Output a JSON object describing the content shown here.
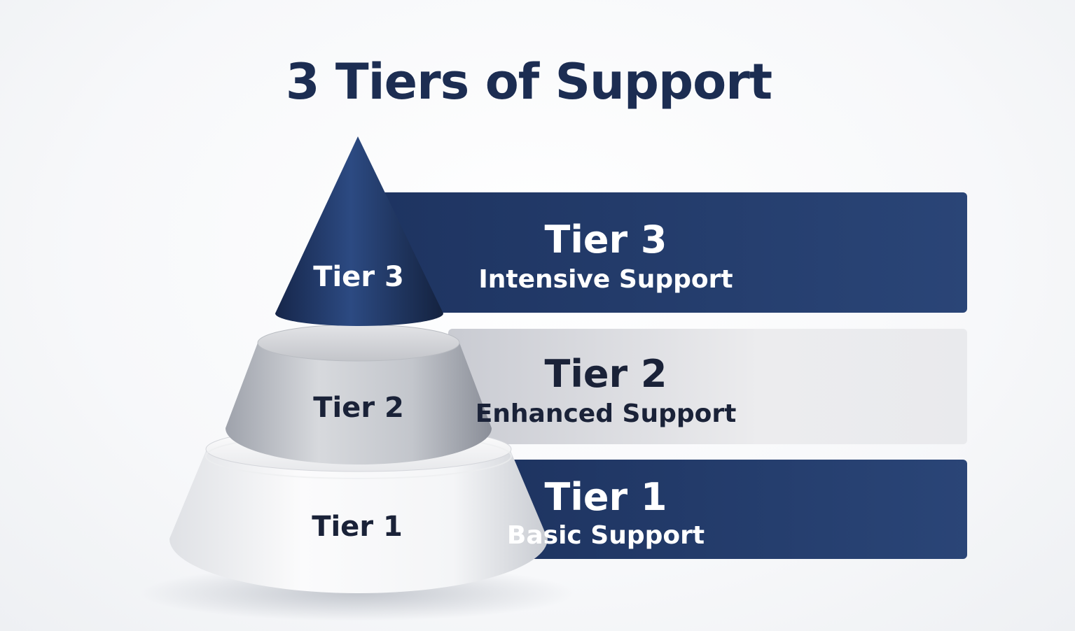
{
  "title": "3 Tiers of Support",
  "tiers": [
    {
      "label": "Tier 3",
      "title": "Tier 3",
      "subtitle": "Intensive Support"
    },
    {
      "label": "Tier 2",
      "title": "Tier 2",
      "subtitle": "Enhanced Support"
    },
    {
      "label": "Tier 1",
      "title": "Tier 1",
      "subtitle": "Basic Support"
    }
  ],
  "colors": {
    "navy": "#1e3461",
    "silver": "#c9cbd2",
    "white": "#ffffff",
    "text_dark": "#1a2238"
  }
}
